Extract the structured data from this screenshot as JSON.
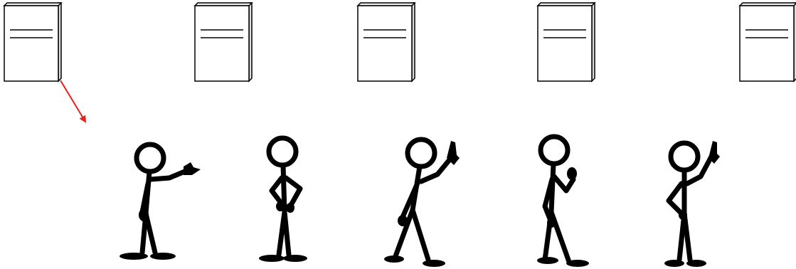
{
  "documents": [
    {
      "id": "doc-1",
      "icon": "document-icon"
    },
    {
      "id": "doc-2",
      "icon": "document-icon"
    },
    {
      "id": "doc-3",
      "icon": "document-icon"
    },
    {
      "id": "doc-4",
      "icon": "document-icon"
    },
    {
      "id": "doc-5",
      "icon": "document-icon"
    }
  ],
  "people": [
    {
      "id": "person-1",
      "pose": "pointing-right"
    },
    {
      "id": "person-2",
      "pose": "hands-on-hips"
    },
    {
      "id": "person-3",
      "pose": "finger-raised"
    },
    {
      "id": "person-4",
      "pose": "thinking"
    },
    {
      "id": "person-5",
      "pose": "finger-raised"
    }
  ],
  "arrow": {
    "from": "doc-1",
    "to": "person-1",
    "color": "#e8201a"
  },
  "colors": {
    "stroke": "#000000",
    "background": "#ffffff",
    "arrow": "#e8201a"
  }
}
